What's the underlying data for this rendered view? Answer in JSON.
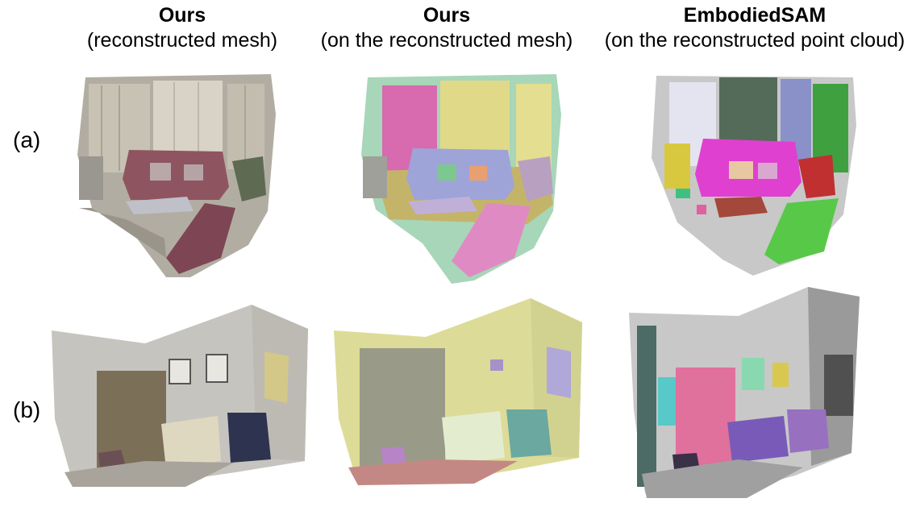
{
  "columns": [
    {
      "title": "Ours",
      "subtitle": "(reconstructed mesh)"
    },
    {
      "title": "Ours",
      "subtitle": "(on the reconstructed mesh)"
    },
    {
      "title": "EmbodiedSAM",
      "subtitle": "(on the reconstructed point cloud)"
    }
  ],
  "rows": [
    {
      "label": "(a)"
    },
    {
      "label": "(b)"
    }
  ],
  "palette": {
    "mesh_wall": "#b9b4a8",
    "mesh_curtain": "#cfc8b6",
    "mesh_sofa": "#8e5560",
    "seg_curtain_pink": "#d86ab0",
    "seg_curtain_yellow": "#e0da88",
    "seg_wall_green": "#a8d6b8",
    "seg_sofa_blue": "#9fa4d8",
    "seg_floor_olive": "#c4b46a",
    "seg_chair_pink": "#e08ac4",
    "sam_sofa_magenta": "#e040d0",
    "sam_chair_green": "#58c848",
    "sam_pointcloud_grey": "#c8c8c8",
    "seg_room_yellow": "#dcdc98",
    "seg_floor_rose": "#c48884",
    "seg_armchair_teal": "#6aa8a0",
    "sam_door_pink": "#e0709c",
    "sam_desk_purple": "#7a5ab8"
  }
}
